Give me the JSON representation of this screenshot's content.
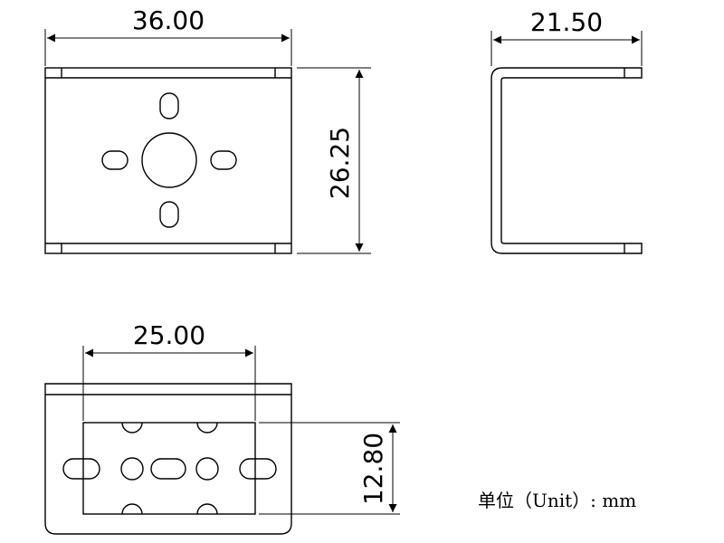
{
  "front_view": {
    "width_dimension": "36.00",
    "height_dimension": "26.25"
  },
  "side_view": {
    "width_dimension": "21.50"
  },
  "bottom_view": {
    "hole_span_dimension": "25.00",
    "hole_height_dimension": "12.80"
  },
  "unit_label": "单位（Unit）: mm"
}
